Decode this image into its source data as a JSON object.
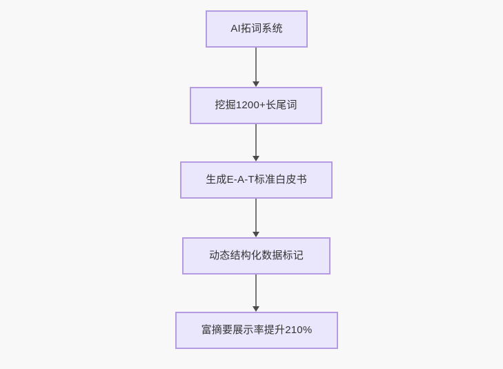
{
  "diagram": {
    "title": "AI SEO content pipeline flowchart",
    "background_color": "#f8f8f8",
    "node_fill_color": "#eae7fc",
    "node_border_color": "#b49ae0",
    "node_text_color": "#333333",
    "edge_color": "#757575",
    "direction": "top-to-bottom",
    "nodes": [
      {
        "id": "n1",
        "label": "AI拓词系统"
      },
      {
        "id": "n2",
        "label": "挖掘1200+长尾词"
      },
      {
        "id": "n3",
        "label": "生成E-A-T标准白皮书"
      },
      {
        "id": "n4",
        "label": "动态结构化数据标记"
      },
      {
        "id": "n5",
        "label": "富摘要展示率提升210%"
      }
    ],
    "edges": [
      {
        "id": "e1",
        "from": "n1",
        "to": "n2",
        "label": ""
      },
      {
        "id": "e2",
        "from": "n2",
        "to": "n3",
        "label": ""
      },
      {
        "id": "e3",
        "from": "n3",
        "to": "n4",
        "label": ""
      },
      {
        "id": "e4",
        "from": "n4",
        "to": "n5",
        "label": ""
      }
    ]
  }
}
